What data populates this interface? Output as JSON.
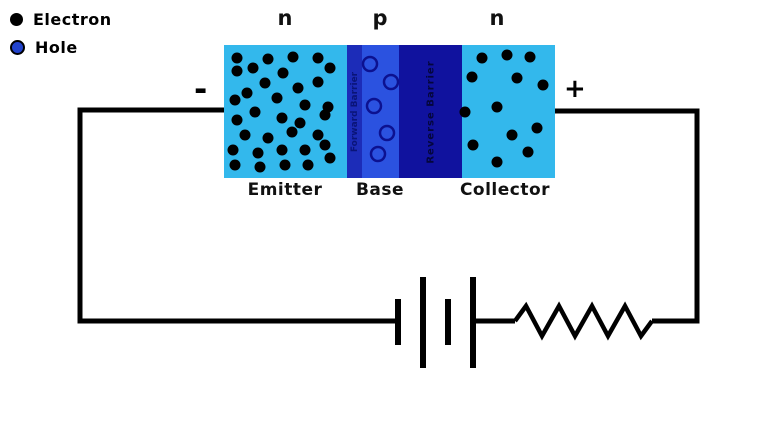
{
  "legend": {
    "items": [
      {
        "id": "electron",
        "label": "Electron"
      },
      {
        "id": "hole",
        "label": "Hole"
      }
    ]
  },
  "transistor": {
    "top_labels": [
      "n",
      "p",
      "n"
    ],
    "region_labels": [
      "Emitter",
      "Base",
      "Collector"
    ],
    "forward_barrier_label": "Forward Barrier",
    "reverse_barrier_label": "Reverse Barrier"
  },
  "terminals": {
    "minus": "-",
    "plus": "+"
  },
  "colors": {
    "n_region": "#33b8ec",
    "p_region": "#2b52e0",
    "forward_barrier": "#1c2cb8",
    "reverse_barrier": "#10129e",
    "electron": "#000000",
    "hole_outline": "#0c1190",
    "legend_hole_fill": "#2243cc",
    "wire": "#000000"
  },
  "particles": {
    "emitter_electrons": [
      [
        237,
        58
      ],
      [
        268,
        59
      ],
      [
        293,
        57
      ],
      [
        318,
        58
      ],
      [
        253,
        68
      ],
      [
        283,
        73
      ],
      [
        330,
        68
      ],
      [
        237,
        71
      ],
      [
        265,
        83
      ],
      [
        298,
        88
      ],
      [
        318,
        82
      ],
      [
        247,
        93
      ],
      [
        277,
        98
      ],
      [
        235,
        100
      ],
      [
        305,
        105
      ],
      [
        328,
        107
      ],
      [
        255,
        112
      ],
      [
        282,
        118
      ],
      [
        237,
        120
      ],
      [
        300,
        123
      ],
      [
        325,
        115
      ],
      [
        245,
        135
      ],
      [
        268,
        138
      ],
      [
        292,
        132
      ],
      [
        318,
        135
      ],
      [
        233,
        150
      ],
      [
        258,
        153
      ],
      [
        282,
        150
      ],
      [
        305,
        150
      ],
      [
        325,
        145
      ],
      [
        235,
        165
      ],
      [
        260,
        167
      ],
      [
        285,
        165
      ],
      [
        308,
        165
      ],
      [
        330,
        158
      ]
    ],
    "collector_electrons": [
      [
        482,
        58
      ],
      [
        507,
        55
      ],
      [
        530,
        57
      ],
      [
        472,
        77
      ],
      [
        517,
        78
      ],
      [
        543,
        85
      ],
      [
        497,
        107
      ],
      [
        465,
        112
      ],
      [
        512,
        135
      ],
      [
        537,
        128
      ],
      [
        473,
        145
      ],
      [
        497,
        162
      ],
      [
        528,
        152
      ]
    ],
    "base_holes": [
      [
        370,
        64
      ],
      [
        391,
        82
      ],
      [
        374,
        106
      ],
      [
        387,
        133
      ],
      [
        378,
        154
      ]
    ]
  }
}
